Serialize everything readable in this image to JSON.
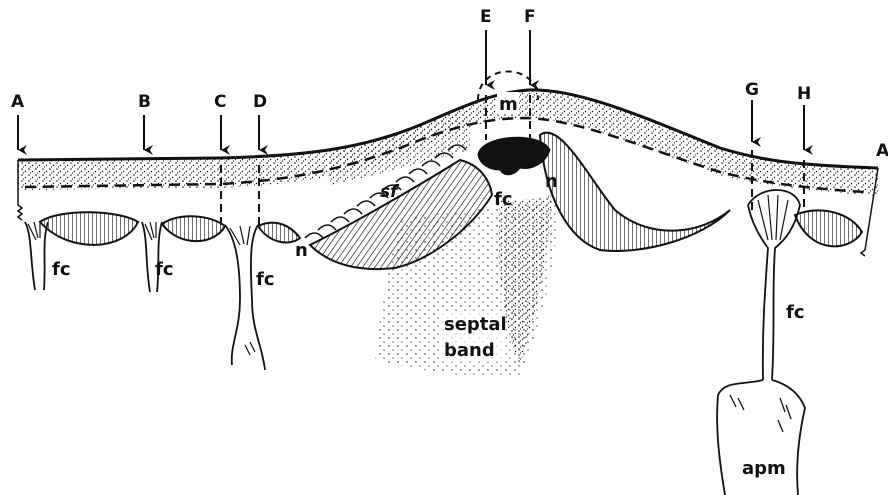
{
  "diagram": {
    "arrows": [
      {
        "id": "A",
        "label": "A"
      },
      {
        "id": "B",
        "label": "B"
      },
      {
        "id": "C",
        "label": "C"
      },
      {
        "id": "D",
        "label": "D"
      },
      {
        "id": "E",
        "label": "E"
      },
      {
        "id": "F",
        "label": "F"
      },
      {
        "id": "G",
        "label": "G"
      },
      {
        "id": "H",
        "label": "H"
      },
      {
        "id": "A2",
        "label": "A"
      }
    ],
    "labels": {
      "fc": "fc",
      "n": "n",
      "sf": "sf",
      "m": "m",
      "septal": "septal",
      "band": "band",
      "apm": "apm"
    },
    "colors": {
      "ink": "#111111",
      "paper": "#ffffff"
    }
  }
}
